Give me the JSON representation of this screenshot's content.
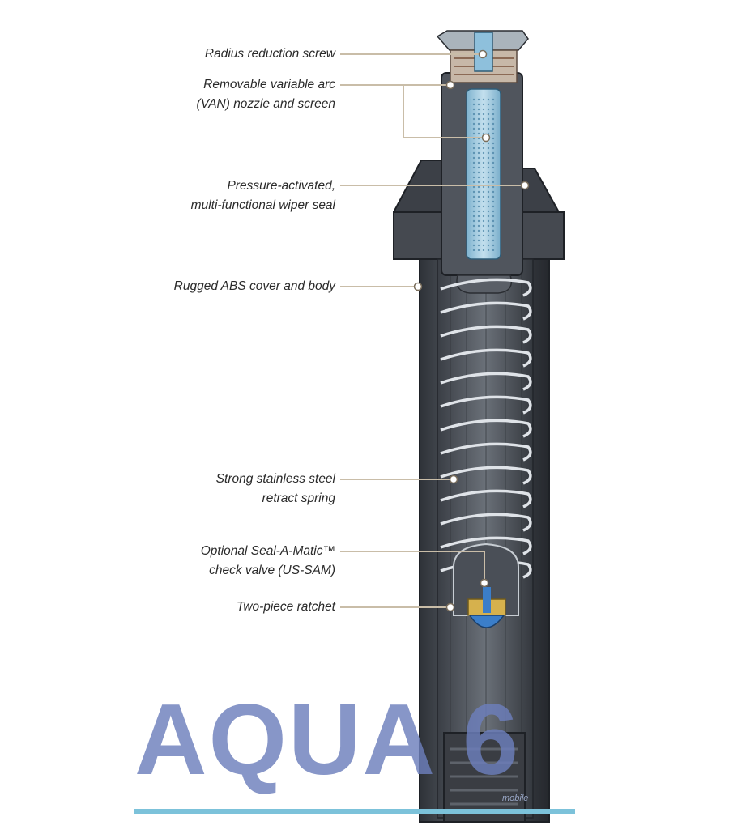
{
  "callouts": [
    {
      "id": "radius-reduction-screw",
      "lines": [
        "Radius reduction screw"
      ]
    },
    {
      "id": "van-nozzle",
      "lines": [
        "Removable variable arc",
        "(VAN) nozzle and screen"
      ]
    },
    {
      "id": "wiper-seal",
      "lines": [
        "Pressure-activated,",
        "multi-functional wiper seal"
      ]
    },
    {
      "id": "abs-body",
      "lines": [
        "Rugged ABS cover and body"
      ]
    },
    {
      "id": "retract-spring",
      "lines": [
        "Strong stainless steel",
        "retract spring"
      ]
    },
    {
      "id": "check-valve",
      "lines": [
        "Optional Seal-A-Matic™",
        "check valve (US-SAM)"
      ]
    },
    {
      "id": "ratchet",
      "lines": [
        "Two-piece ratchet"
      ]
    }
  ],
  "watermark": {
    "text": "AQUA 6",
    "subtext": "mobile"
  },
  "colors": {
    "body_dark": "#3b3f46",
    "body_mid": "#555a62",
    "body_light": "#7a8088",
    "nozzle_blue": "#9cc6dc",
    "spring_silver": "#d9dde2",
    "leader_line": "#c9bda8",
    "watermark_blue": "#6d7fbc",
    "accent_bar": "#7cc2da"
  }
}
